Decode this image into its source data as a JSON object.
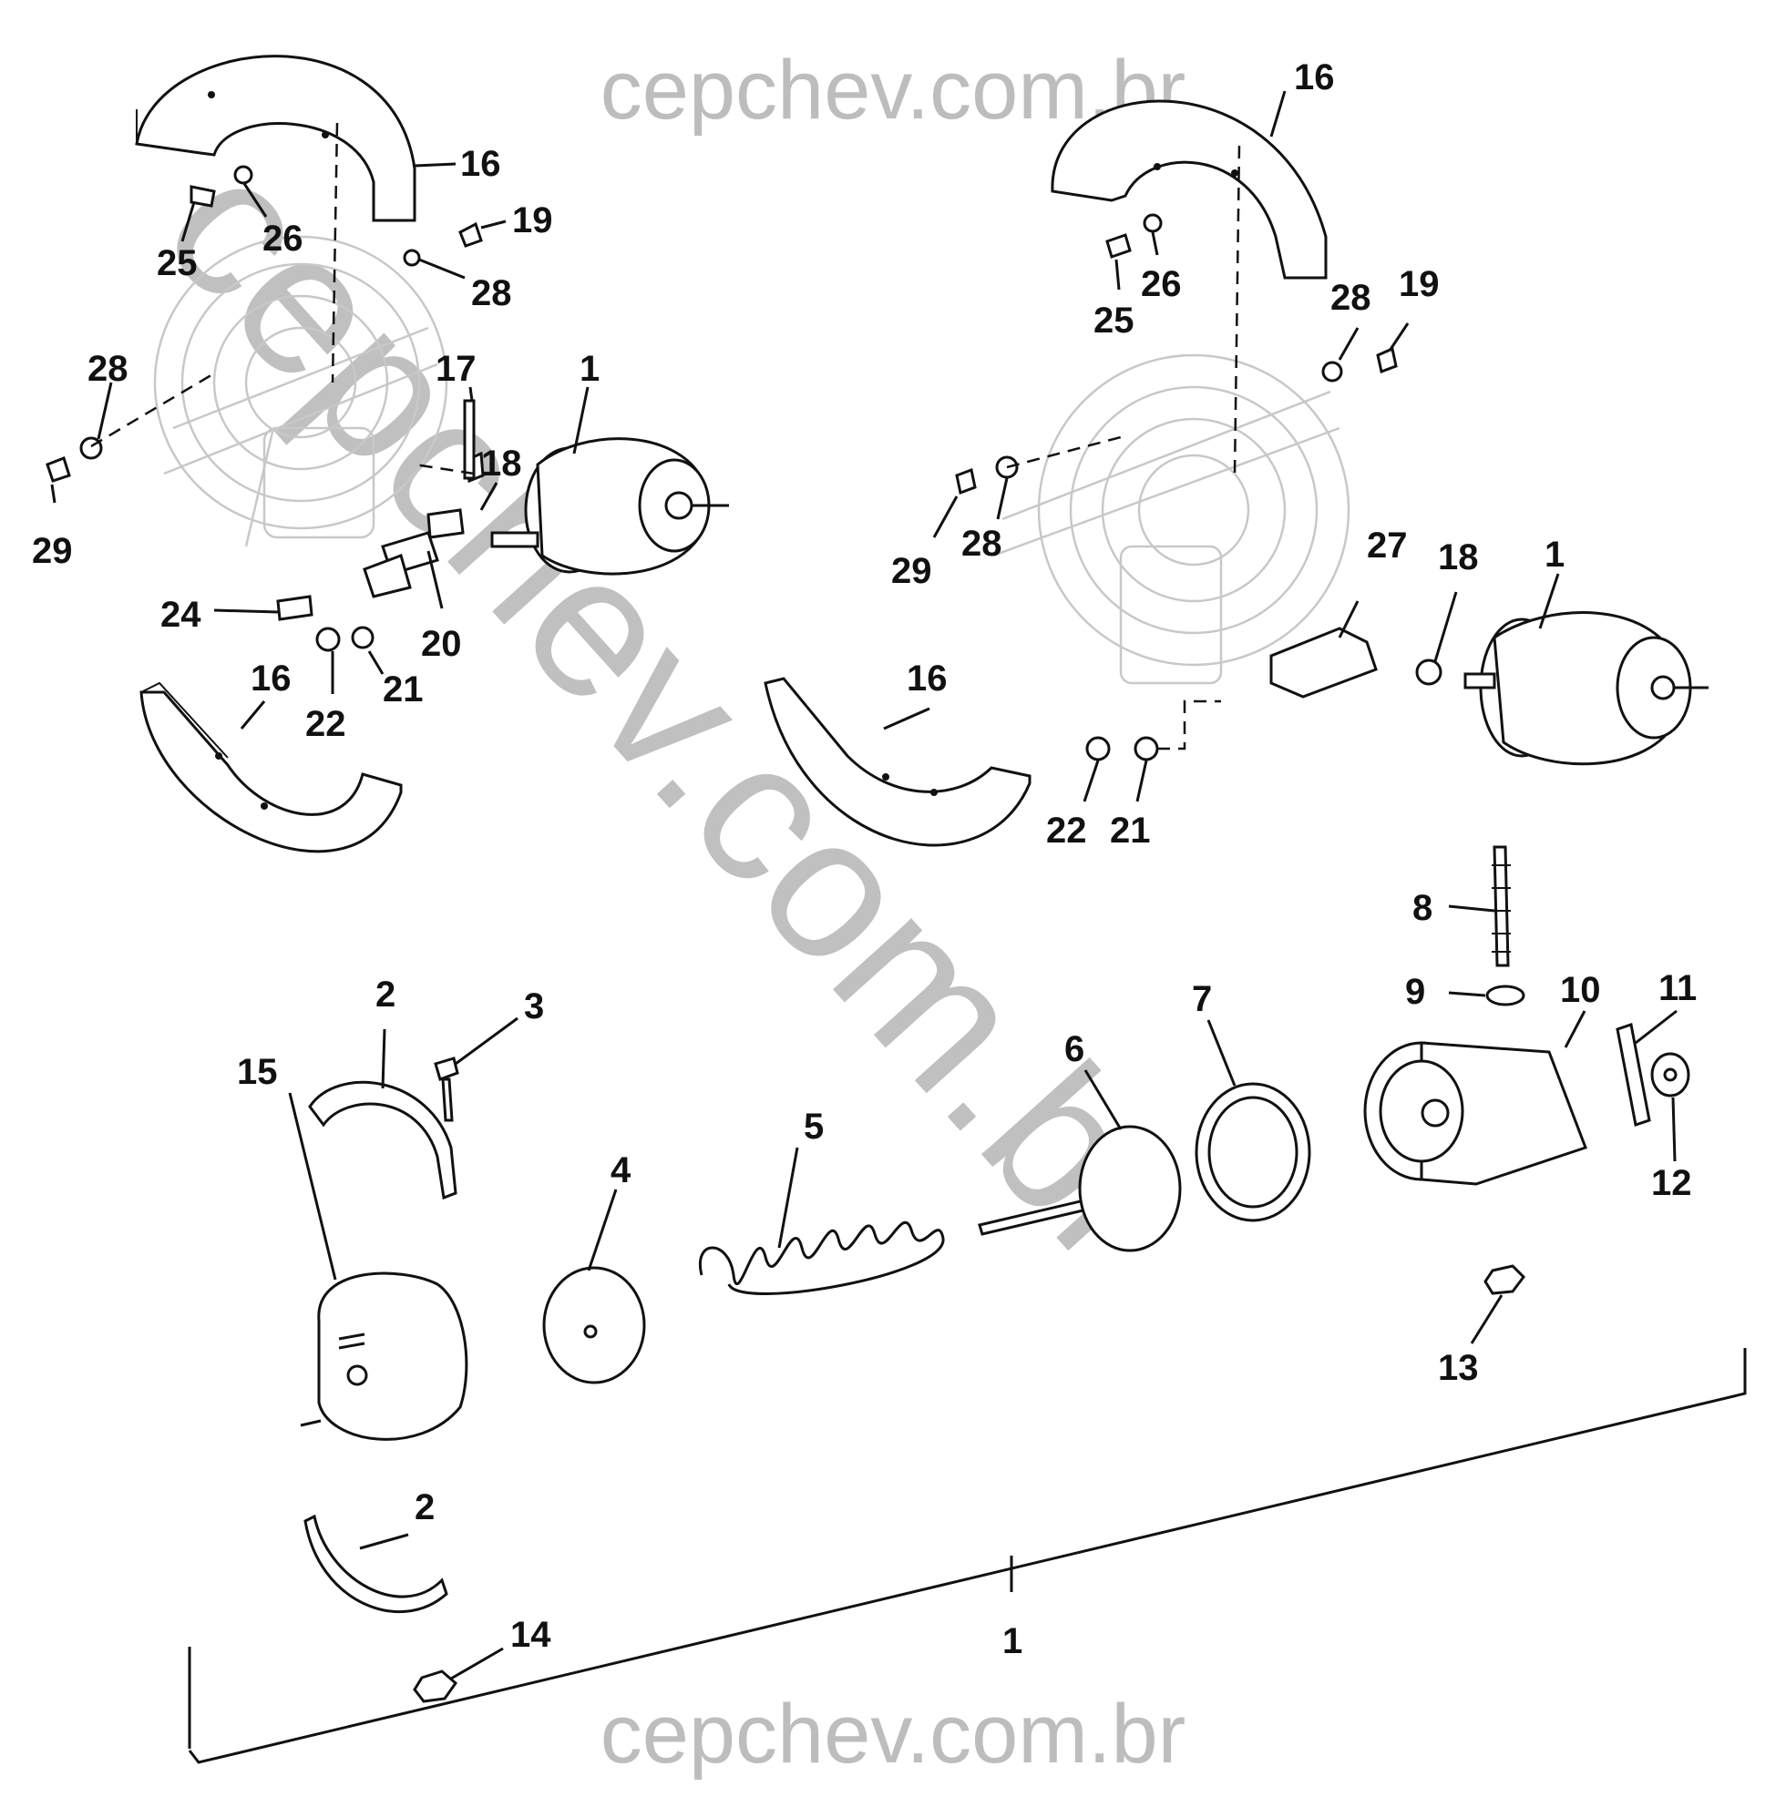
{
  "watermark": {
    "top": "cepchev.com.br",
    "bottom": "cepchev.com.br",
    "diagonal": "cepchev.com.br"
  },
  "callouts": {
    "l16_top": "16",
    "l25": "25",
    "l26": "26",
    "l19": "19",
    "l28_a": "28",
    "l28_b": "28",
    "l29": "29",
    "l17": "17",
    "l1_left": "1",
    "l18": "18",
    "l24": "24",
    "l20": "20",
    "l22": "22",
    "l21": "21",
    "l16_bottom": "16",
    "r16_top": "16",
    "r25": "25",
    "r26": "26",
    "r28_a": "28",
    "r19": "19",
    "r29": "29",
    "r28_b": "28",
    "r27": "27",
    "r18": "18",
    "r1": "1",
    "r16_bottom": "16",
    "r22": "22",
    "r21": "21",
    "e2_top": "2",
    "e3": "3",
    "e15": "15",
    "e4": "4",
    "e5": "5",
    "e6": "6",
    "e7": "7",
    "e8": "8",
    "e9": "9",
    "e10": "10",
    "e11": "11",
    "e12": "12",
    "e13": "13",
    "e2_bottom": "2",
    "e14": "14",
    "e1_bracket": "1"
  }
}
